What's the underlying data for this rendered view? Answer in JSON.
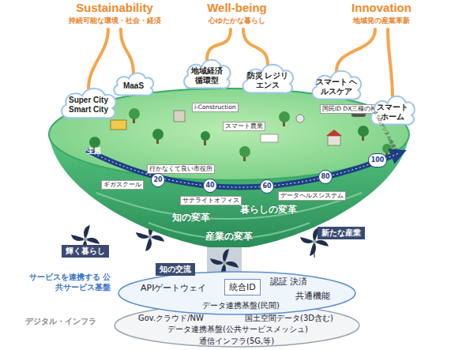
{
  "diagram": {
    "nodes": [
      {
        "text": [
          "Sustainability",
          "持続可能な環境・社会・経済"
        ]
      },
      {
        "text": [
          "Well-being",
          "心ゆたかな暮らし"
        ]
      },
      {
        "text": [
          "Innovation",
          "地域発の産業革新"
        ]
      },
      {
        "text": [
          "Super City Smart City"
        ]
      },
      {
        "text": [
          "MaaS"
        ]
      },
      {
        "text": [
          "地域経済 循環型"
        ]
      },
      {
        "text": [
          "防災 レジリエンス"
        ]
      },
      {
        "text": [
          "スマート ヘルスケア"
        ]
      },
      {
        "text": [
          "スマート ホーム"
        ]
      },
      {
        "text": [
          "暮らしの変革",
          "知の変革",
          "産業の変革"
        ]
      },
      {
        "text": [
          "i-Construction"
        ],
        "in": 9
      },
      {
        "text": [
          "国民ID DX三種の神器"
        ],
        "in": 9
      },
      {
        "text": [
          "スマート農業"
        ],
        "in": 9
      },
      {
        "text": [
          "行かなくて良い市役所"
        ],
        "in": 9
      },
      {
        "text": [
          "ギガスクール"
        ],
        "in": 9
      },
      {
        "text": [
          "サテライトオフィス"
        ],
        "in": 9
      },
      {
        "text": [
          "データヘルスシステム"
        ],
        "in": 9
      },
      {
        "text": [
          "輝く暮らし"
        ]
      },
      {
        "text": [
          "知の交流"
        ]
      },
      {
        "text": [
          "新たな産業"
        ]
      },
      {
        "text": [
          "サービスを連携する 公共サービス基盤",
          "APIゲートウェイ",
          "認証 決済",
          "共通機能",
          "データ連携基盤(民間)"
        ]
      },
      {
        "text": [
          "統合ID"
        ],
        "in": 20
      },
      {
        "text": [
          "デジタル・インフラ",
          "Gov.クラウド/NW",
          "国土空間データ(3D含む)",
          "データ連携基盤(公共サービスメッシュ)",
          "通信インフラ(5G,等)"
        ]
      }
    ],
    "edges": [
      {
        "from": 3,
        "to": 0,
        "arrow": "none"
      },
      {
        "from": 4,
        "to": 0,
        "arrow": "none"
      },
      {
        "from": 5,
        "to": 1,
        "arrow": "none"
      },
      {
        "from": 6,
        "to": 1,
        "arrow": "none"
      },
      {
        "from": 7,
        "to": 2,
        "arrow": "none"
      },
      {
        "from": 8,
        "to": 2,
        "arrow": "none"
      }
    ],
    "labels": [
      "主題",
      "20",
      "40",
      "60",
      "80",
      "100",
      "まちのデジタル推進員"
    ]
  }
}
